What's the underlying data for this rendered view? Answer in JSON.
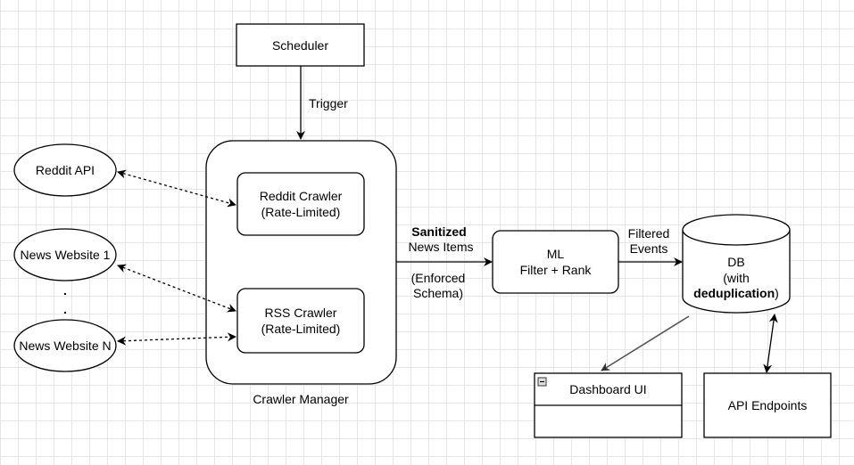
{
  "nodes": {
    "scheduler": "Scheduler",
    "crawler_manager": "Crawler Manager",
    "reddit_crawler": [
      "Reddit Crawler",
      "(Rate-Limited)"
    ],
    "rss_crawler": [
      "RSS Crawler",
      "(Rate-Limited)"
    ],
    "reddit_api": "Reddit API",
    "news_website_1": "News Website 1",
    "ellipsis": [
      ".",
      "."
    ],
    "news_website_n": "News Website N",
    "ml": [
      "ML",
      "Filter + Rank"
    ],
    "db": [
      "DB",
      "(with",
      "deduplication",
      ")"
    ],
    "dashboard_ui": "Dashboard UI",
    "api_endpoints": "API Endpoints"
  },
  "edges": {
    "trigger": "Trigger",
    "sanitized": [
      "Sanitized",
      "News Items",
      "(Enforced",
      "Schema)"
    ],
    "filtered_events": [
      "Filtered",
      "Events"
    ]
  },
  "colors": {
    "stroke": "#000000",
    "edge_to_dashboard": "#555555",
    "fill": "#ffffff",
    "grid": "#e6e6e6"
  }
}
